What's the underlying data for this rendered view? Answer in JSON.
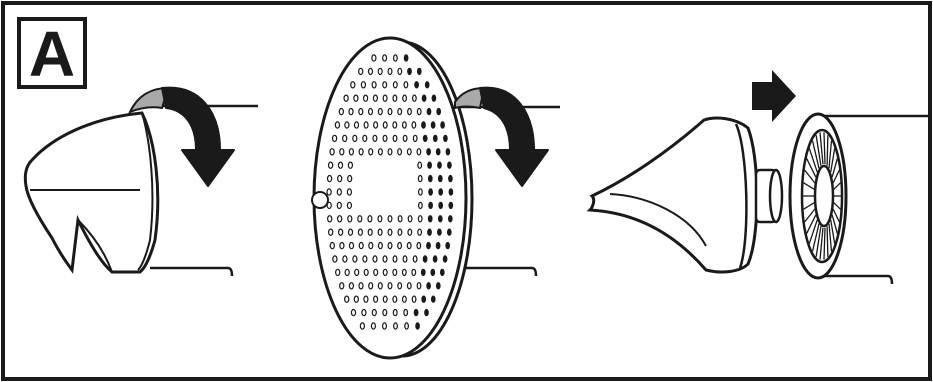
{
  "diagram": {
    "step_label": "A",
    "colors": {
      "stroke": "#1a1a1a",
      "fill": "#ffffff",
      "band": "#a9a9a9"
    },
    "panels": [
      {
        "icon": "nozzle-remove-icon",
        "action": "rotate"
      },
      {
        "icon": "filter-disk-remove-icon",
        "action": "rotate"
      },
      {
        "icon": "filter-separate-icon",
        "action": "pull"
      }
    ]
  }
}
